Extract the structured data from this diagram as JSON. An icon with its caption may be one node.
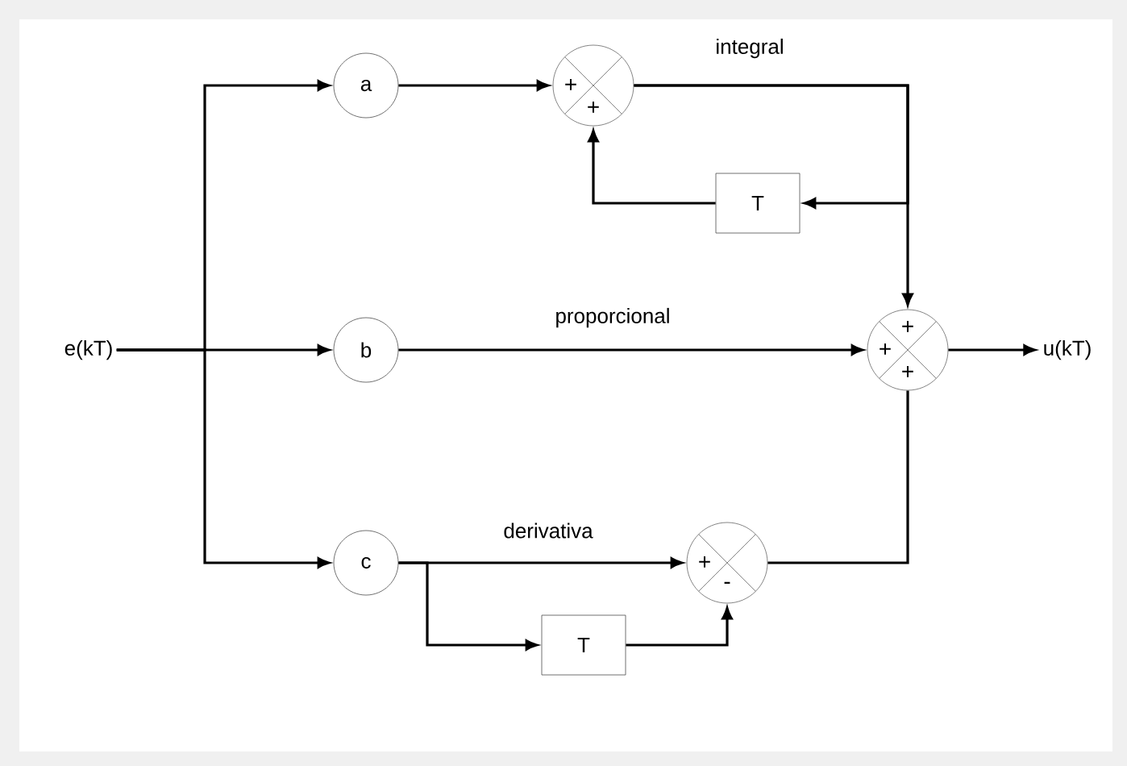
{
  "diagram": {
    "nodes": [
      {
        "text": [
          "e(kT)"
        ]
      },
      {
        "text": [
          "a"
        ]
      },
      {
        "text": [
          "b"
        ]
      },
      {
        "text": [
          "c"
        ]
      },
      {
        "text": [
          "+",
          "+"
        ]
      },
      {
        "text": [
          "T"
        ]
      },
      {
        "text": [
          "+",
          "+",
          "+"
        ]
      },
      {
        "text": [
          "u(kT)"
        ]
      },
      {
        "text": [
          "+",
          "-"
        ]
      },
      {
        "text": [
          "T"
        ]
      }
    ],
    "edges": [
      {
        "from": 0,
        "to": 1,
        "arrow": "to"
      },
      {
        "from": 0,
        "to": 2,
        "arrow": "to"
      },
      {
        "from": 0,
        "to": 3,
        "arrow": "to"
      },
      {
        "from": 1,
        "to": 4,
        "arrow": "to"
      },
      {
        "from": 4,
        "to": 6,
        "arrow": "to",
        "label": "integral"
      },
      {
        "from": 4,
        "to": 5,
        "arrow": "to"
      },
      {
        "from": 5,
        "to": 4,
        "arrow": "to"
      },
      {
        "from": 2,
        "to": 6,
        "arrow": "to",
        "label": "proporcional"
      },
      {
        "from": 6,
        "to": 7,
        "arrow": "to"
      },
      {
        "from": 3,
        "to": 8,
        "arrow": "to",
        "label": "derivativa"
      },
      {
        "from": 3,
        "to": 9,
        "arrow": "to"
      },
      {
        "from": 9,
        "to": 8,
        "arrow": "to"
      },
      {
        "from": 8,
        "to": 6,
        "arrow": "none"
      }
    ]
  }
}
